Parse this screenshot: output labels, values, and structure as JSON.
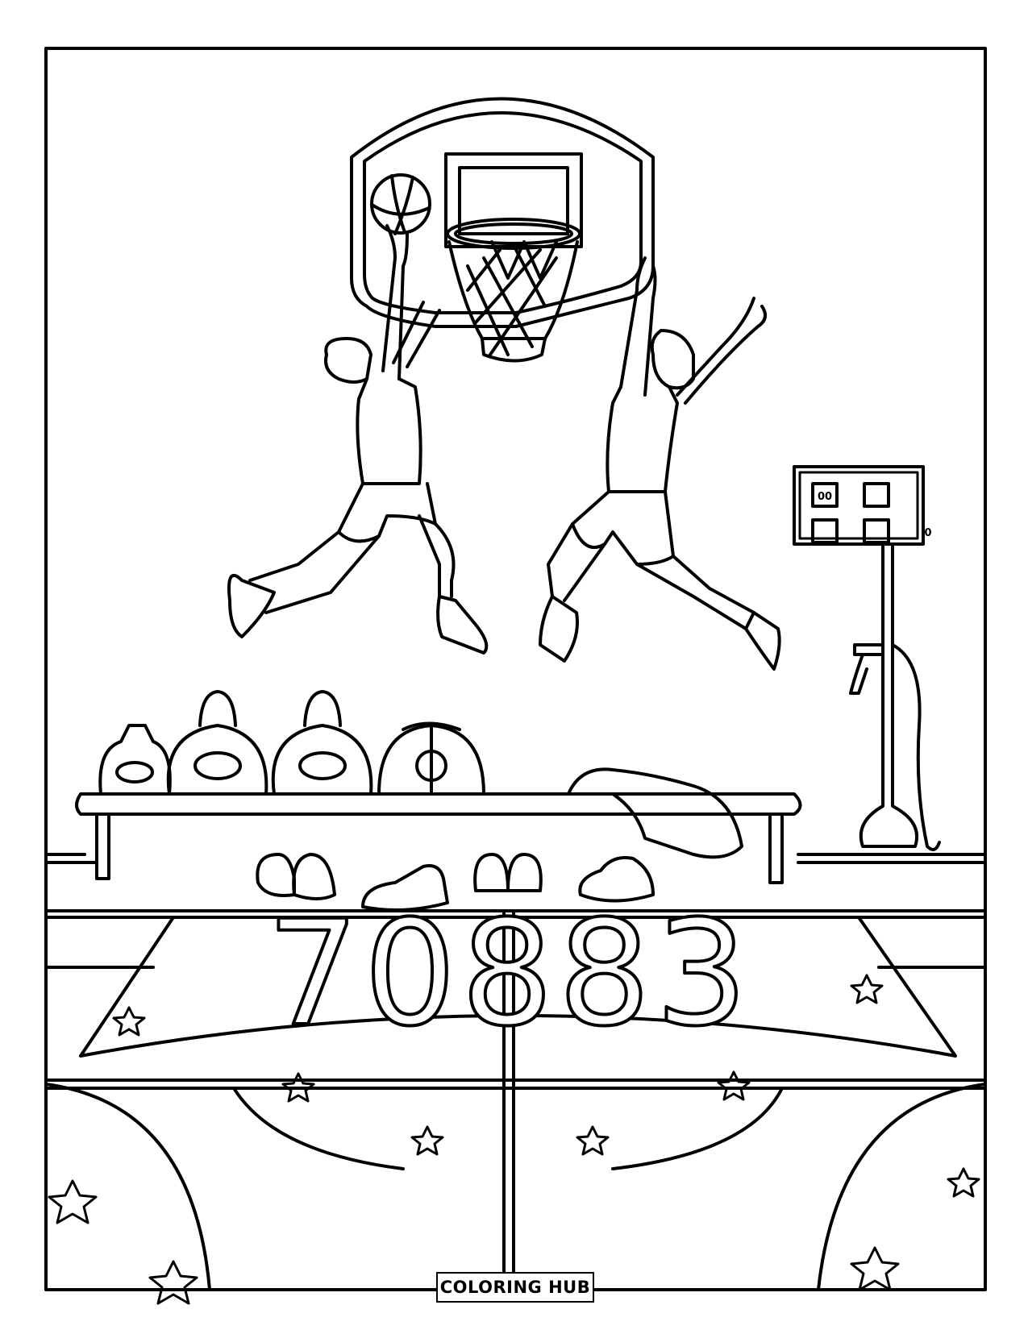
{
  "page": {
    "type": "coloring page",
    "theme": "basketball"
  },
  "floor_number": "70883",
  "scoreboard": {
    "cells": [
      "00",
      "",
      "•",
      "•",
      "•",
      "0"
    ]
  },
  "brand": {
    "label": "COLORING HUB"
  },
  "colors": {
    "line": "#000000",
    "background": "#ffffff"
  }
}
